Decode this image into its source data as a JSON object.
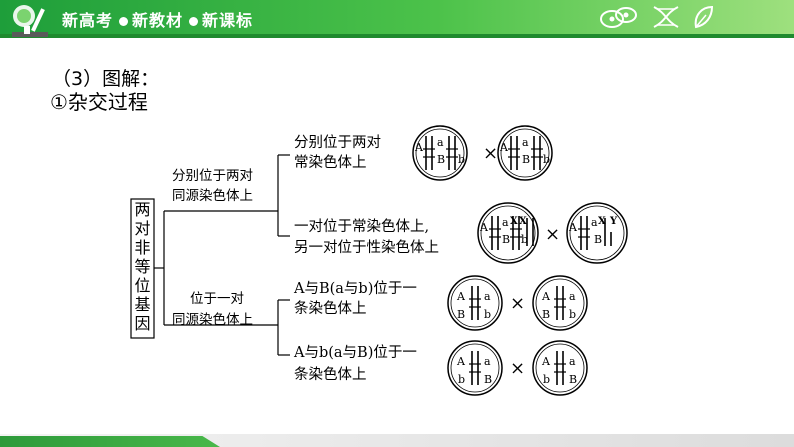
{
  "header": {
    "slogan_1": "新高考",
    "slogan_2": "新教材",
    "slogan_3": "新课标"
  },
  "section": {
    "number_label": "（3）图解：",
    "subtitle": "①杂交过程"
  },
  "diagram": {
    "root_label": [
      "两",
      "对",
      "非",
      "等",
      "位",
      "基",
      "因"
    ],
    "branch_1": {
      "label_line1": "分别位于两对",
      "label_line2": "同源染色体上",
      "case_a": {
        "line1": "分别位于两对",
        "line2": "常染色体上",
        "cell_1_letters": [
          "A",
          "a",
          "B",
          "b"
        ],
        "cell_2_letters": [
          "A",
          "a",
          "B",
          "b"
        ]
      },
      "case_b": {
        "line1": "一对位于常染色体上,",
        "line2": "另一对位于性染色体上",
        "cell_1_letters": [
          "A",
          "a",
          "X",
          "X",
          "B",
          "b"
        ],
        "cell_2_letters": [
          "A",
          "a",
          "X",
          "Y",
          "B"
        ]
      }
    },
    "branch_2": {
      "label_line1": "位于一对",
      "label_line2": "同源染色体上",
      "case_a": {
        "line1": "A与B(a与b)位于一",
        "line2": "条染色体上",
        "cell_1_letters": [
          "A",
          "a",
          "B",
          "b"
        ],
        "cell_2_letters": [
          "A",
          "a",
          "B",
          "b"
        ]
      },
      "case_b": {
        "line1": "A与b(a与B)位于一",
        "line2": "条染色体上",
        "cell_1_letters": [
          "A",
          "a",
          "b",
          "B"
        ],
        "cell_2_letters": [
          "A",
          "a",
          "b",
          "B"
        ]
      }
    },
    "cross_symbol": "×"
  }
}
